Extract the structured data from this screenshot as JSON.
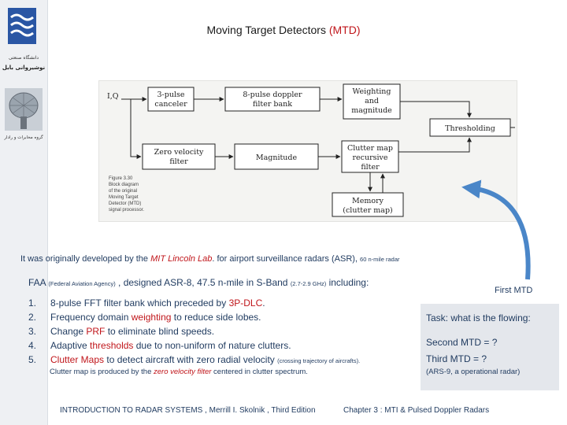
{
  "sidebar": {
    "university_name": "دانشگاه صنعتی",
    "university_sub": "نوشیروانی بابل",
    "department": "گروه مخابرات و رادار"
  },
  "title": {
    "text": "Moving Target Detectors",
    "acronym": "(MTD)"
  },
  "diagram": {
    "io_label": "I,Q",
    "blocks": {
      "three_pulse": [
        "3-pulse",
        "canceler"
      ],
      "eight_pulse": [
        "8-pulse doppler",
        "filter bank"
      ],
      "weighting": [
        "Weighting",
        "and",
        "magnitude"
      ],
      "thresholding": [
        "Thresholding"
      ],
      "zero_velocity": [
        "Zero velocity",
        "filter"
      ],
      "magnitude": [
        "Magnitude"
      ],
      "clutter_map": [
        "Clutter map",
        "recursive",
        "filter"
      ],
      "memory": [
        "Memory",
        "(clutter map)"
      ]
    },
    "caption": [
      "Figure 3.30",
      "Block diagram",
      "of the original",
      "Moving Target",
      "Detector (MTD)",
      "signal processor."
    ]
  },
  "intro": {
    "prefix": "It was originally developed by the ",
    "lab": "MIT Lincoln Lab",
    "suffix": ". for airport surveillance radars (ASR), ",
    "small": "60 n-mile radar"
  },
  "faa": {
    "faa": "FAA",
    "agency": "(Federal Aviation Agency)",
    "mid": " , designed  ASR-8,  47.5 n-mile in S-Band ",
    "band": "(2.7-2.9 GHz)",
    "tail": " including:"
  },
  "first_mtd": "First  MTD",
  "list": [
    {
      "num": "1.",
      "a": "8-pulse FFT filter bank which preceded by ",
      "red": "3P-DLC",
      "b": "."
    },
    {
      "num": "2.",
      "a": "Frequency domain ",
      "red": "weighting",
      "b": " to reduce side lobes."
    },
    {
      "num": "3.",
      "a": "Change ",
      "red": "PRF",
      "b": " to eliminate blind speeds."
    },
    {
      "num": "4.",
      "a": "Adaptive ",
      "red": "thresholds",
      "b": " due to non-uniform of nature clutters."
    },
    {
      "num": "5.",
      "a": "Clutter Maps",
      "red": "",
      "b": " to detect aircraft with zero radial velocity ",
      "small": "(crossing trajectory of aircrafts)."
    }
  ],
  "note": {
    "a": "Clutter map is produced by the ",
    "it": "zero velocity filter",
    "b": " centered in clutter spectrum."
  },
  "task": {
    "task_label": "Task:",
    "task_text": "what is the flowing:",
    "second": "Second MTD = ?",
    "third": "Third MTD = ?",
    "asr9": "(ARS-9, a operational radar)"
  },
  "footer": {
    "left": "INTRODUCTION  TO  RADAR SYSTEMS , Merrill I. Skolnik , Third Edition",
    "right": "Chapter 3 :   MTI  &  Pulsed Doppler Radars"
  },
  "colors": {
    "accent_red": "#c0161b",
    "text_blue": "#1f3a5f",
    "arrow_blue": "#4a86c8"
  }
}
